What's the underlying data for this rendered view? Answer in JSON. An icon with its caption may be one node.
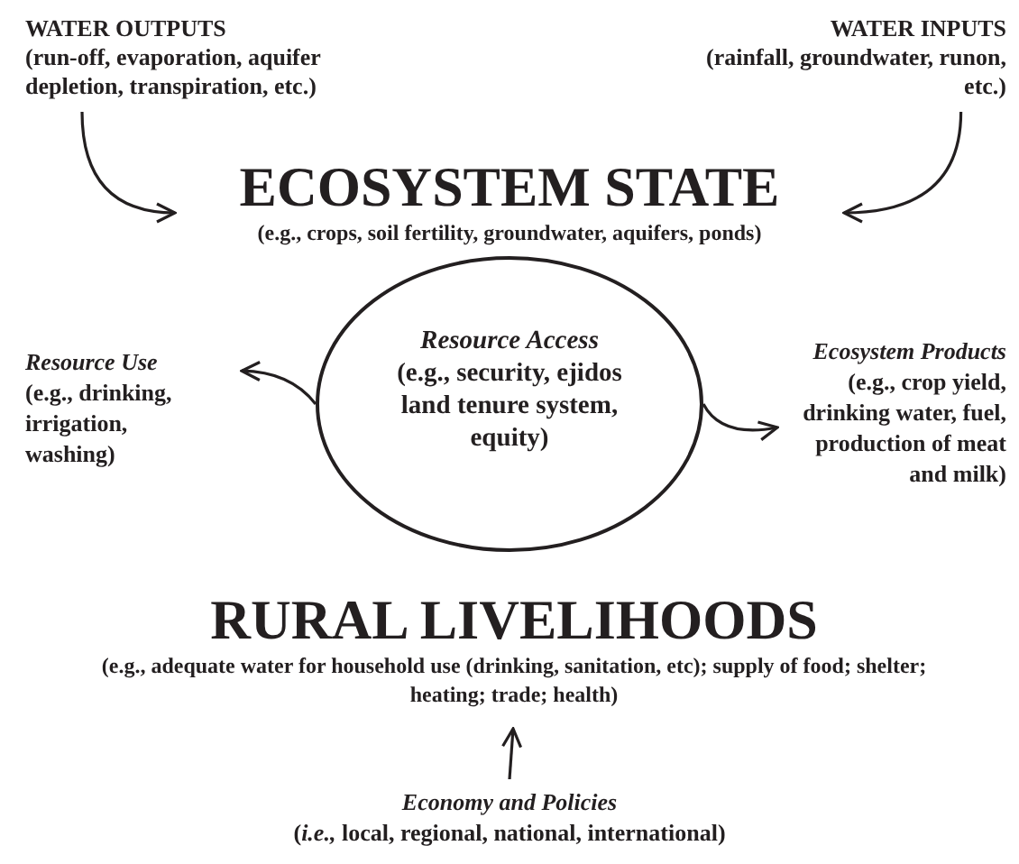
{
  "diagram": {
    "nodes": [
      {
        "text": [
          "WATER OUTPUTS",
          "(run-off, evaporation, aquifer depletion, transpiration, etc.)"
        ]
      },
      {
        "text": [
          "WATER INPUTS",
          "(rainfall, groundwater, runon, etc.)"
        ]
      },
      {
        "text": [
          "ECOSYSTEM STATE",
          "(e.g., crops, soil fertility, groundwater, aquifers, ponds)"
        ]
      },
      {
        "text": [
          "Resource Use",
          "(e.g., drinking, irrigation, washing)"
        ]
      },
      {
        "text": [
          "Resource Access",
          "(e.g., security, ejidos land tenure system, equity)"
        ]
      },
      {
        "text": [
          "Ecosystem Products",
          "(e.g., crop yield, drinking water, fuel, production of meat and milk)"
        ]
      },
      {
        "text": [
          "RURAL LIVELIHOODS",
          "(e.g., adequate water for household use (drinking, sanitation, etc); supply of food; shelter; heating; trade; health)"
        ]
      },
      {
        "text": [
          "Economy and Policies",
          "(*i.e.,* local, regional, national, international)"
        ]
      }
    ],
    "edges": [
      {
        "from": 0,
        "to": 2,
        "arrow": "to"
      },
      {
        "from": 1,
        "to": 2,
        "arrow": "to"
      },
      {
        "from": 4,
        "to": 3,
        "arrow": "to"
      },
      {
        "from": 4,
        "to": 5,
        "arrow": "to"
      },
      {
        "from": 7,
        "to": 6,
        "arrow": "to"
      }
    ]
  }
}
